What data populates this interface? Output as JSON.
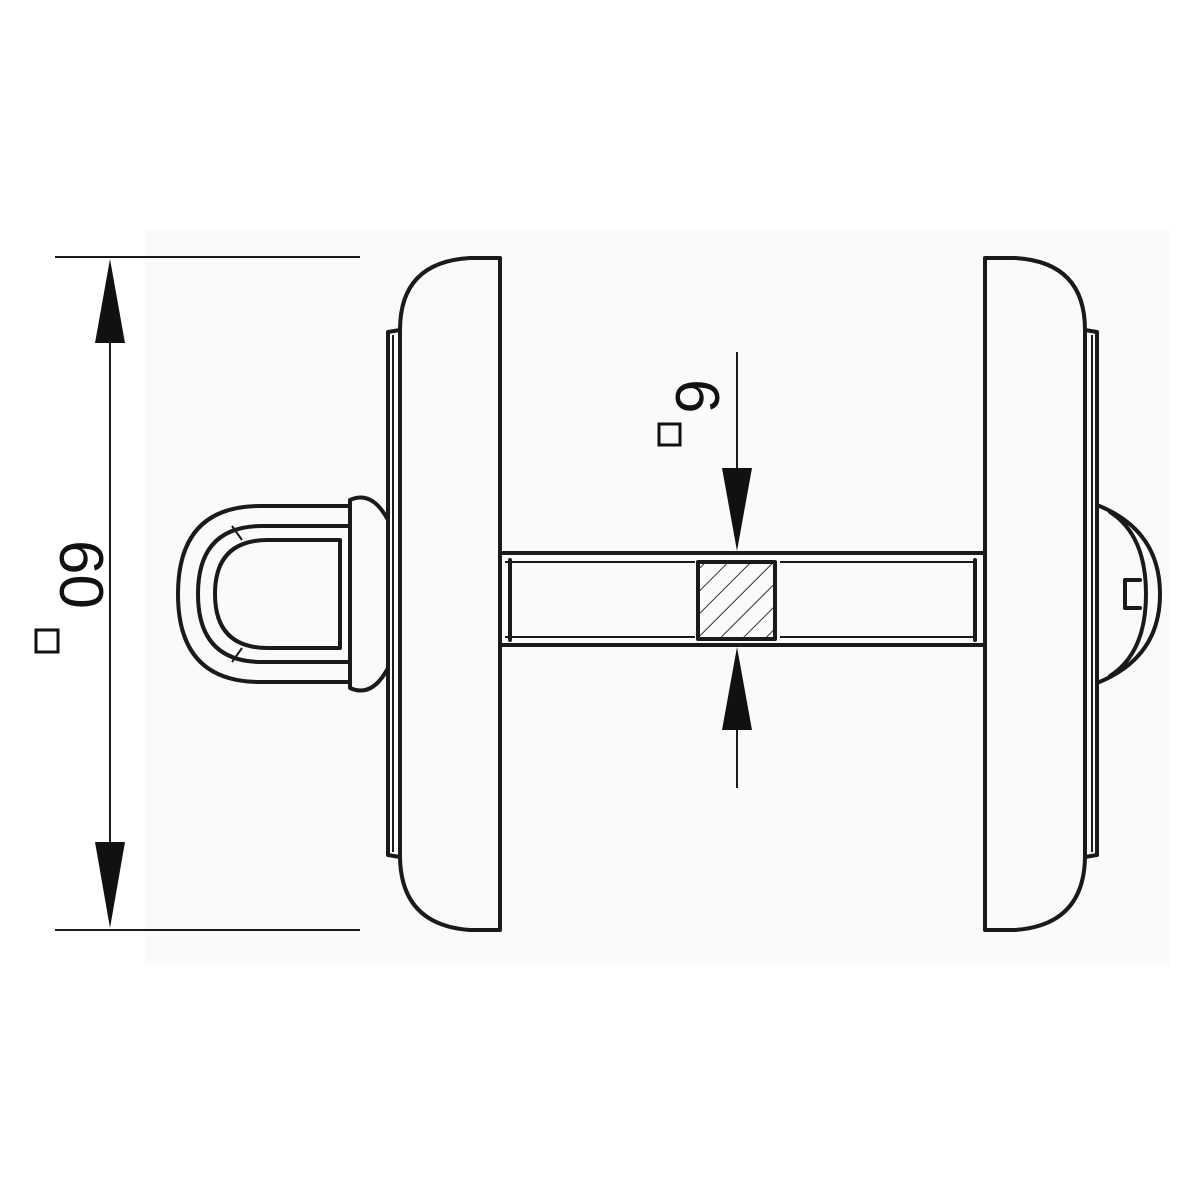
{
  "dimensions": {
    "overall_size": {
      "symbol": "square",
      "value": "60"
    },
    "spindle_size": {
      "symbol": "square",
      "value": "6"
    }
  }
}
